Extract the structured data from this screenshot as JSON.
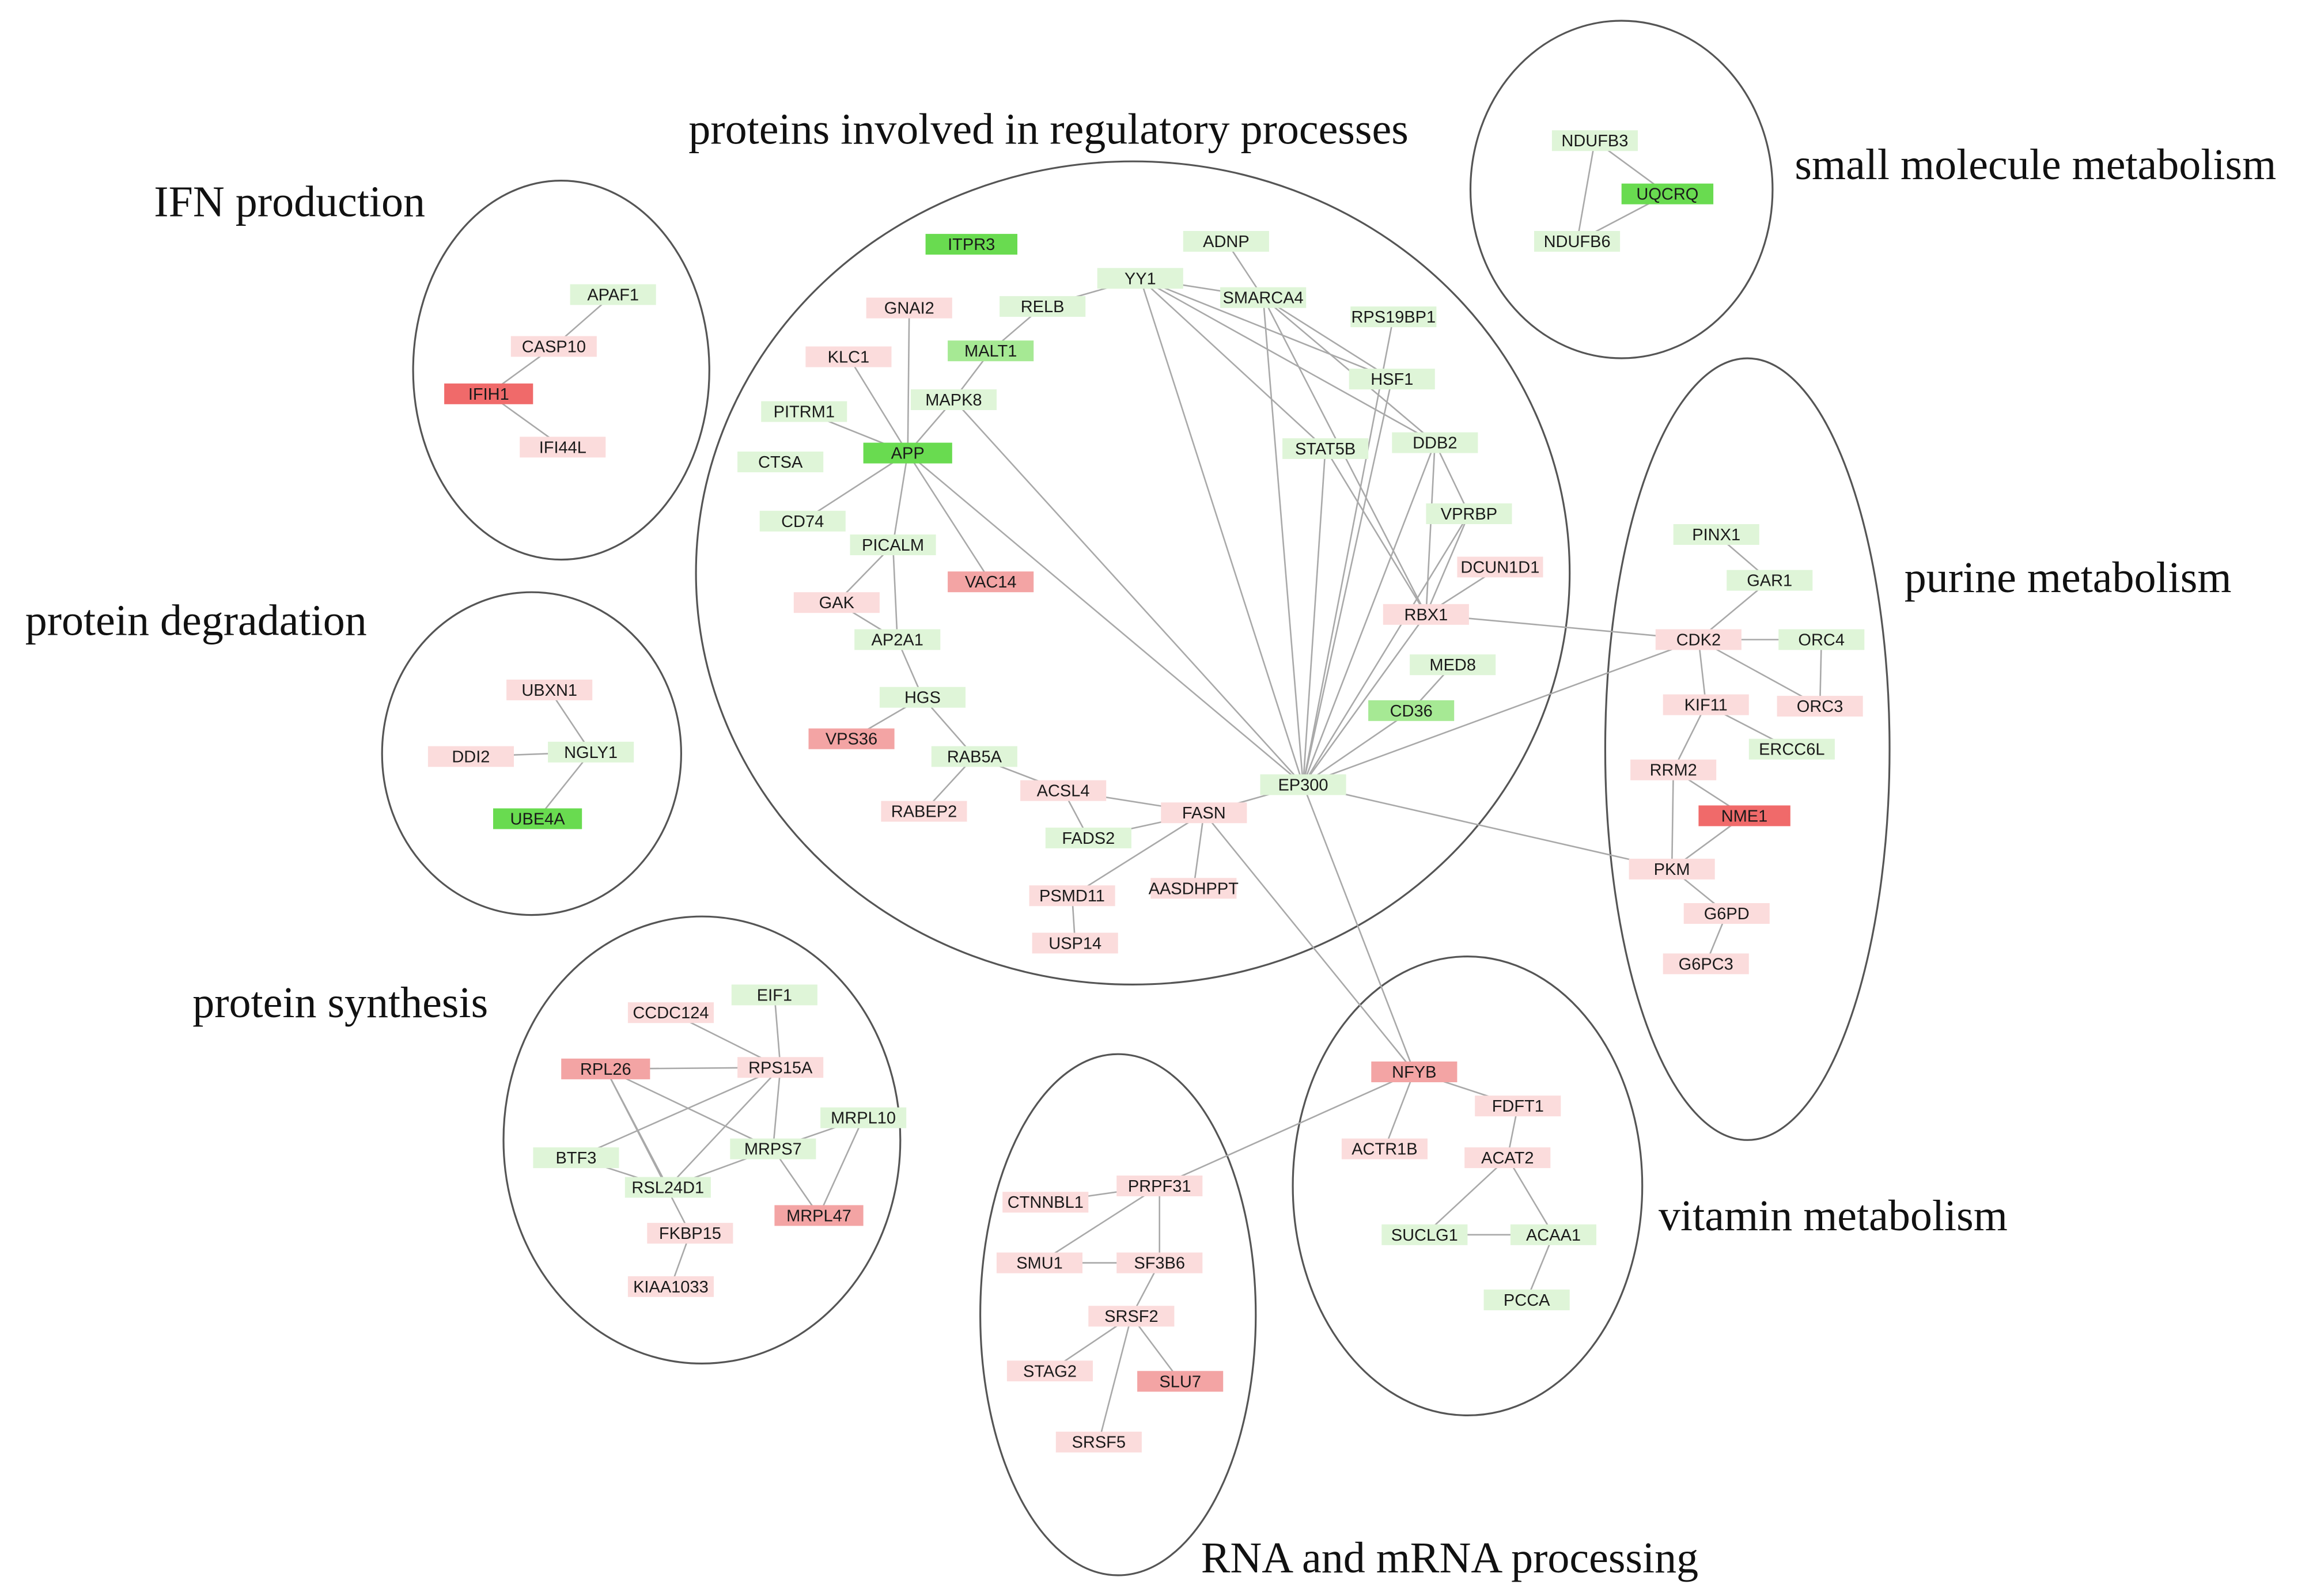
{
  "colors": {
    "up_strong": "#69db50",
    "up_medium": "#a6e994",
    "up_light": "#dff5d8",
    "down_strong": "#f06a6a",
    "down_medium": "#f3a4a4",
    "down_light": "#fbdcdc",
    "edge": "#a9a9a9",
    "ring": "#555555"
  },
  "clusters": [
    {
      "id": "regulatory",
      "title": "proteins involved in regulatory processes"
    },
    {
      "id": "small_molecule",
      "title": "small molecule metabolism"
    },
    {
      "id": "ifn",
      "title": "IFN production"
    },
    {
      "id": "degradation",
      "title": "protein degradation"
    },
    {
      "id": "purine",
      "title": "purine metabolism"
    },
    {
      "id": "synthesis",
      "title": "protein synthesis"
    },
    {
      "id": "vitamin",
      "title": "vitamin metabolism"
    },
    {
      "id": "rna",
      "title": "RNA and mRNA processing"
    }
  ],
  "nodes": [
    {
      "id": "ITPR3",
      "label": "ITPR3",
      "regulation": "up_strong"
    },
    {
      "id": "ADNP",
      "label": "ADNP",
      "regulation": "up_light"
    },
    {
      "id": "YY1",
      "label": "YY1",
      "regulation": "up_light"
    },
    {
      "id": "GNAI2",
      "label": "GNAI2",
      "regulation": "down_light"
    },
    {
      "id": "RELB",
      "label": "RELB",
      "regulation": "up_light"
    },
    {
      "id": "SMARCA4",
      "label": "SMARCA4",
      "regulation": "up_light"
    },
    {
      "id": "RPS19BP1",
      "label": "RPS19BP1",
      "regulation": "up_light"
    },
    {
      "id": "KLC1",
      "label": "KLC1",
      "regulation": "down_light"
    },
    {
      "id": "MALT1",
      "label": "MALT1",
      "regulation": "up_medium"
    },
    {
      "id": "HSF1",
      "label": "HSF1",
      "regulation": "up_light"
    },
    {
      "id": "PITRM1",
      "label": "PITRM1",
      "regulation": "up_light"
    },
    {
      "id": "MAPK8",
      "label": "MAPK8",
      "regulation": "up_light"
    },
    {
      "id": "APP",
      "label": "APP",
      "regulation": "up_strong"
    },
    {
      "id": "STAT5B",
      "label": "STAT5B",
      "regulation": "up_light"
    },
    {
      "id": "DDB2",
      "label": "DDB2",
      "regulation": "up_light"
    },
    {
      "id": "CTSA",
      "label": "CTSA",
      "regulation": "up_light"
    },
    {
      "id": "CD74",
      "label": "CD74",
      "regulation": "up_light"
    },
    {
      "id": "VPRBP",
      "label": "VPRBP",
      "regulation": "up_light"
    },
    {
      "id": "PICALM",
      "label": "PICALM",
      "regulation": "up_light"
    },
    {
      "id": "DCUN1D1",
      "label": "DCUN1D1",
      "regulation": "down_light"
    },
    {
      "id": "VAC14",
      "label": "VAC14",
      "regulation": "down_medium"
    },
    {
      "id": "GAK",
      "label": "GAK",
      "regulation": "down_light"
    },
    {
      "id": "RBX1",
      "label": "RBX1",
      "regulation": "down_light"
    },
    {
      "id": "AP2A1",
      "label": "AP2A1",
      "regulation": "up_light"
    },
    {
      "id": "MED8",
      "label": "MED8",
      "regulation": "up_light"
    },
    {
      "id": "HGS",
      "label": "HGS",
      "regulation": "up_light"
    },
    {
      "id": "CD36",
      "label": "CD36",
      "regulation": "up_medium"
    },
    {
      "id": "VPS36",
      "label": "VPS36",
      "regulation": "down_medium"
    },
    {
      "id": "RAB5A",
      "label": "RAB5A",
      "regulation": "up_light"
    },
    {
      "id": "EP300",
      "label": "EP300",
      "regulation": "up_light"
    },
    {
      "id": "ACSL4",
      "label": "ACSL4",
      "regulation": "down_light"
    },
    {
      "id": "RABEP2",
      "label": "RABEP2",
      "regulation": "down_light"
    },
    {
      "id": "FASN",
      "label": "FASN",
      "regulation": "down_light"
    },
    {
      "id": "FADS2",
      "label": "FADS2",
      "regulation": "up_light"
    },
    {
      "id": "PSMD11",
      "label": "PSMD11",
      "regulation": "down_light"
    },
    {
      "id": "AASDHPPT",
      "label": "AASDHPPT",
      "regulation": "down_light"
    },
    {
      "id": "USP14",
      "label": "USP14",
      "regulation": "down_light"
    },
    {
      "id": "NDUFB3",
      "label": "NDUFB3",
      "regulation": "up_light"
    },
    {
      "id": "UQCRQ",
      "label": "UQCRQ",
      "regulation": "up_strong"
    },
    {
      "id": "NDUFB6",
      "label": "NDUFB6",
      "regulation": "up_light"
    },
    {
      "id": "APAF1",
      "label": "APAF1",
      "regulation": "up_light"
    },
    {
      "id": "CASP10",
      "label": "CASP10",
      "regulation": "down_light"
    },
    {
      "id": "IFIH1",
      "label": "IFIH1",
      "regulation": "down_strong"
    },
    {
      "id": "IFI44L",
      "label": "IFI44L",
      "regulation": "down_light"
    },
    {
      "id": "UBXN1",
      "label": "UBXN1",
      "regulation": "down_light"
    },
    {
      "id": "DDI2",
      "label": "DDI2",
      "regulation": "down_light"
    },
    {
      "id": "NGLY1",
      "label": "NGLY1",
      "regulation": "up_light"
    },
    {
      "id": "UBE4A",
      "label": "UBE4A",
      "regulation": "up_strong"
    },
    {
      "id": "PINX1",
      "label": "PINX1",
      "regulation": "up_light"
    },
    {
      "id": "GAR1",
      "label": "GAR1",
      "regulation": "up_light"
    },
    {
      "id": "CDK2",
      "label": "CDK2",
      "regulation": "down_light"
    },
    {
      "id": "ORC4",
      "label": "ORC4",
      "regulation": "up_light"
    },
    {
      "id": "KIF11",
      "label": "KIF11",
      "regulation": "down_light"
    },
    {
      "id": "ORC3",
      "label": "ORC3",
      "regulation": "down_light"
    },
    {
      "id": "ERCC6L",
      "label": "ERCC6L",
      "regulation": "up_light"
    },
    {
      "id": "RRM2",
      "label": "RRM2",
      "regulation": "down_light"
    },
    {
      "id": "NME1",
      "label": "NME1",
      "regulation": "down_strong"
    },
    {
      "id": "PKM",
      "label": "PKM",
      "regulation": "down_light"
    },
    {
      "id": "G6PD",
      "label": "G6PD",
      "regulation": "down_light"
    },
    {
      "id": "G6PC3",
      "label": "G6PC3",
      "regulation": "down_light"
    },
    {
      "id": "EIF1",
      "label": "EIF1",
      "regulation": "up_light"
    },
    {
      "id": "CCDC124",
      "label": "CCDC124",
      "regulation": "down_light"
    },
    {
      "id": "RPL26",
      "label": "RPL26",
      "regulation": "down_medium"
    },
    {
      "id": "RPS15A",
      "label": "RPS15A",
      "regulation": "down_light"
    },
    {
      "id": "MRPL10",
      "label": "MRPL10",
      "regulation": "up_light"
    },
    {
      "id": "BTF3",
      "label": "BTF3",
      "regulation": "up_light"
    },
    {
      "id": "MRPS7",
      "label": "MRPS7",
      "regulation": "up_light"
    },
    {
      "id": "RSL24D1",
      "label": "RSL24D1",
      "regulation": "up_light"
    },
    {
      "id": "MRPL47",
      "label": "MRPL47",
      "regulation": "down_medium"
    },
    {
      "id": "FKBP15",
      "label": "FKBP15",
      "regulation": "down_light"
    },
    {
      "id": "KIAA1033",
      "label": "KIAA1033",
      "regulation": "down_light"
    },
    {
      "id": "NFYB",
      "label": "NFYB",
      "regulation": "down_medium"
    },
    {
      "id": "FDFT1",
      "label": "FDFT1",
      "regulation": "down_light"
    },
    {
      "id": "ACTR1B",
      "label": "ACTR1B",
      "regulation": "down_light"
    },
    {
      "id": "ACAT2",
      "label": "ACAT2",
      "regulation": "down_light"
    },
    {
      "id": "SUCLG1",
      "label": "SUCLG1",
      "regulation": "up_light"
    },
    {
      "id": "ACAA1",
      "label": "ACAA1",
      "regulation": "up_light"
    },
    {
      "id": "PCCA",
      "label": "PCCA",
      "regulation": "up_light"
    },
    {
      "id": "PRPF31",
      "label": "PRPF31",
      "regulation": "down_light"
    },
    {
      "id": "CTNNBL1",
      "label": "CTNNBL1",
      "regulation": "down_light"
    },
    {
      "id": "SMU1",
      "label": "SMU1",
      "regulation": "down_light"
    },
    {
      "id": "SF3B6",
      "label": "SF3B6",
      "regulation": "down_light"
    },
    {
      "id": "SRSF2",
      "label": "SRSF2",
      "regulation": "down_light"
    },
    {
      "id": "STAG2",
      "label": "STAG2",
      "regulation": "down_light"
    },
    {
      "id": "SLU7",
      "label": "SLU7",
      "regulation": "down_medium"
    },
    {
      "id": "SRSF5",
      "label": "SRSF5",
      "regulation": "down_light"
    }
  ],
  "edges": [
    [
      "GNAI2",
      "APP"
    ],
    [
      "KLC1",
      "APP"
    ],
    [
      "PITRM1",
      "APP"
    ],
    [
      "APP",
      "MAPK8"
    ],
    [
      "MAPK8",
      "MALT1"
    ],
    [
      "MALT1",
      "RELB"
    ],
    [
      "RELB",
      "YY1"
    ],
    [
      "YY1",
      "SMARCA4"
    ],
    [
      "ADNP",
      "SMARCA4"
    ],
    [
      "YY1",
      "HSF1"
    ],
    [
      "SMARCA4",
      "HSF1"
    ],
    [
      "SMARCA4",
      "DDB2"
    ],
    [
      "SMARCA4",
      "RBX1"
    ],
    [
      "SMARCA4",
      "EP300"
    ],
    [
      "YY1",
      "STAT5B"
    ],
    [
      "YY1",
      "EP300"
    ],
    [
      "YY1",
      "DDB2"
    ],
    [
      "RPS19BP1",
      "EP300"
    ],
    [
      "HSF1",
      "EP300"
    ],
    [
      "STAT5B",
      "EP300"
    ],
    [
      "STAT5B",
      "RBX1"
    ],
    [
      "DDB2",
      "VPRBP"
    ],
    [
      "DDB2",
      "RBX1"
    ],
    [
      "VPRBP",
      "RBX1"
    ],
    [
      "DDB2",
      "EP300"
    ],
    [
      "VPRBP",
      "EP300"
    ],
    [
      "DCUN1D1",
      "RBX1"
    ],
    [
      "RBX1",
      "EP300"
    ],
    [
      "MED8",
      "CD36"
    ],
    [
      "CD36",
      "EP300"
    ],
    [
      "APP",
      "CD74"
    ],
    [
      "APP",
      "PICALM"
    ],
    [
      "APP",
      "VAC14"
    ],
    [
      "APP",
      "EP300"
    ],
    [
      "MAPK8",
      "EP300"
    ],
    [
      "PICALM",
      "AP2A1"
    ],
    [
      "PICALM",
      "GAK"
    ],
    [
      "AP2A1",
      "HGS"
    ],
    [
      "GAK",
      "AP2A1"
    ],
    [
      "HGS",
      "RAB5A"
    ],
    [
      "HGS",
      "VPS36"
    ],
    [
      "RAB5A",
      "ACSL4"
    ],
    [
      "RAB5A",
      "RABEP2"
    ],
    [
      "ACSL4",
      "FADS2"
    ],
    [
      "ACSL4",
      "FASN"
    ],
    [
      "FASN",
      "FADS2"
    ],
    [
      "FASN",
      "PSMD11"
    ],
    [
      "FASN",
      "AASDHPPT"
    ],
    [
      "PSMD11",
      "USP14"
    ],
    [
      "FASN",
      "EP300"
    ],
    [
      "FASN",
      "NFYB"
    ],
    [
      "EP300",
      "NFYB"
    ],
    [
      "EP300",
      "CDK2"
    ],
    [
      "EP300",
      "PKM"
    ],
    [
      "RBX1",
      "CDK2"
    ],
    [
      "NDUFB3",
      "UQCRQ"
    ],
    [
      "NDUFB3",
      "NDUFB6"
    ],
    [
      "NDUFB6",
      "UQCRQ"
    ],
    [
      "APAF1",
      "CASP10"
    ],
    [
      "CASP10",
      "IFIH1"
    ],
    [
      "IFIH1",
      "IFI44L"
    ],
    [
      "UBXN1",
      "NGLY1"
    ],
    [
      "DDI2",
      "NGLY1"
    ],
    [
      "NGLY1",
      "UBE4A"
    ],
    [
      "PINX1",
      "GAR1"
    ],
    [
      "GAR1",
      "CDK2"
    ],
    [
      "CDK2",
      "ORC4"
    ],
    [
      "CDK2",
      "KIF11"
    ],
    [
      "CDK2",
      "ORC3"
    ],
    [
      "ORC4",
      "ORC3"
    ],
    [
      "KIF11",
      "ERCC6L"
    ],
    [
      "KIF11",
      "RRM2"
    ],
    [
      "RRM2",
      "NME1"
    ],
    [
      "RRM2",
      "PKM"
    ],
    [
      "NME1",
      "PKM"
    ],
    [
      "PKM",
      "G6PD"
    ],
    [
      "G6PD",
      "G6PC3"
    ],
    [
      "CCDC124",
      "RPS15A"
    ],
    [
      "EIF1",
      "RPS15A"
    ],
    [
      "RPL26",
      "RPS15A"
    ],
    [
      "RPL26",
      "MRPS7"
    ],
    [
      "RPL26",
      "RSL24D1"
    ],
    [
      "RPL26",
      "FKBP15"
    ],
    [
      "RPS15A",
      "BTF3"
    ],
    [
      "RPS15A",
      "MRPS7"
    ],
    [
      "RPS15A",
      "RSL24D1"
    ],
    [
      "MRPL10",
      "MRPS7"
    ],
    [
      "MRPL10",
      "MRPL47"
    ],
    [
      "MRPS7",
      "MRPL47"
    ],
    [
      "MRPS7",
      "RSL24D1"
    ],
    [
      "BTF3",
      "RSL24D1"
    ],
    [
      "FKBP15",
      "KIAA1033"
    ],
    [
      "NFYB",
      "FDFT1"
    ],
    [
      "NFYB",
      "ACTR1B"
    ],
    [
      "NFYB",
      "PRPF31"
    ],
    [
      "FDFT1",
      "ACAT2"
    ],
    [
      "ACAT2",
      "SUCLG1"
    ],
    [
      "ACAT2",
      "ACAA1"
    ],
    [
      "SUCLG1",
      "ACAA1"
    ],
    [
      "ACAA1",
      "PCCA"
    ],
    [
      "CTNNBL1",
      "PRPF31"
    ],
    [
      "PRPF31",
      "SF3B6"
    ],
    [
      "SMU1",
      "SF3B6"
    ],
    [
      "SMU1",
      "PRPF31"
    ],
    [
      "SF3B6",
      "SRSF2"
    ],
    [
      "SRSF2",
      "STAG2"
    ],
    [
      "SRSF2",
      "SLU7"
    ],
    [
      "SRSF2",
      "SRSF5"
    ]
  ]
}
